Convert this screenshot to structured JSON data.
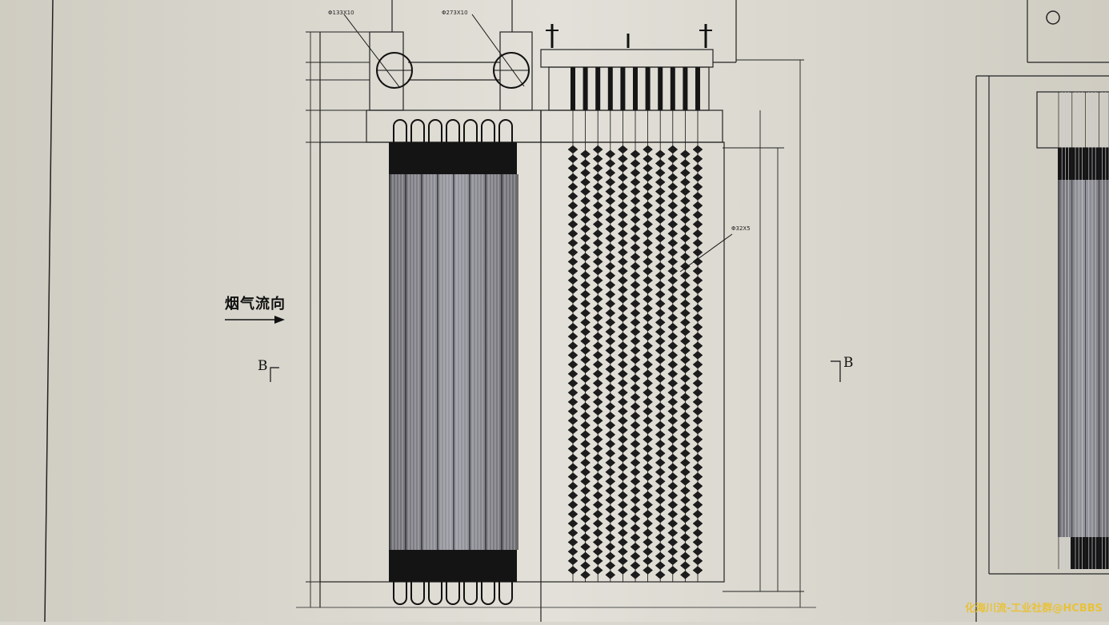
{
  "drawing": {
    "flow_label": "烟气流向",
    "section_mark_left": "B",
    "section_mark_right": "B",
    "tube_spec_label": "Φ32X5",
    "header_pipe_label_1": "Φ133X10",
    "header_pipe_label_2": "Φ273X10"
  },
  "colors": {
    "paper": "#d9d6cd",
    "ink": "#111111",
    "tube_dark": "#161616",
    "watermark": "#e8c23a"
  },
  "watermark": "化海川流-工业社群@HCBBS"
}
